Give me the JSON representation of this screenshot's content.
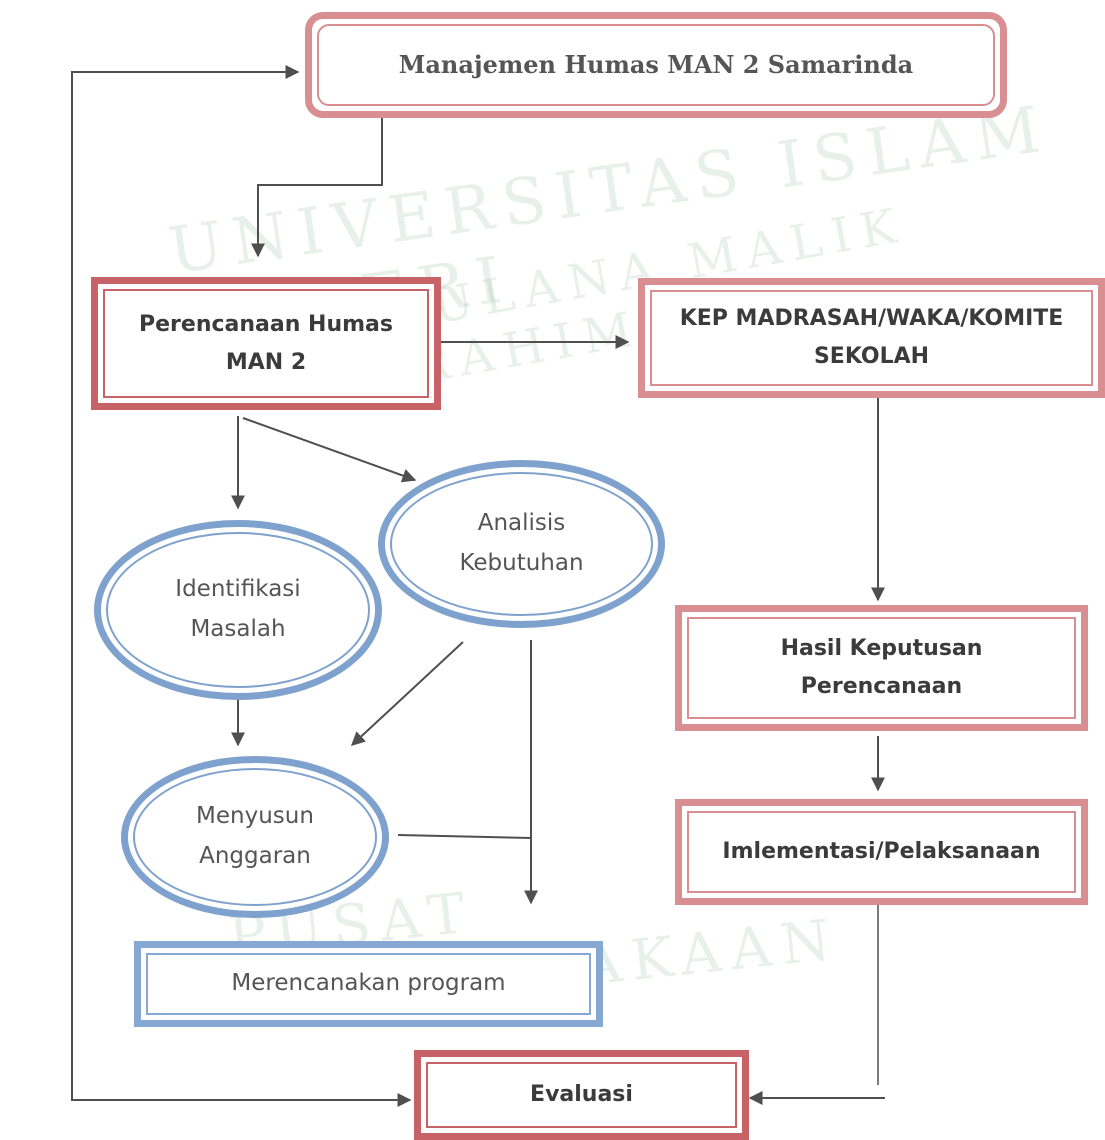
{
  "diagram": {
    "nodes": {
      "manajemen": "Manajemen Humas MAN 2 Samarinda",
      "perencanaan": "Perencanaan Humas\nMAN 2",
      "kep": "KEP MADRASAH/WAKA/KOMITE\nSEKOLAH",
      "identifikasi": "Identifikasi\nMasalah",
      "analisis": "Analisis\nKebutuhan",
      "hasil": "Hasil Keputusan\nPerencanaan",
      "menyusun": "Menyusun\nAnggaran",
      "implementasi": "Imlementasi/Pelaksanaan",
      "merencanakan": "Merencanakan program",
      "evaluasi": "Evaluasi"
    }
  },
  "watermark": {
    "line1": "UNIVERSITAS ISLAM NEGERI",
    "line2": "MAULANA MALIK IBRAHIM",
    "line3": "PUSAT PERPUSTAKAAN"
  },
  "colors": {
    "red_border": "#c76266",
    "blue_border": "#86a8d2",
    "arrow": "#4f4f4f"
  }
}
